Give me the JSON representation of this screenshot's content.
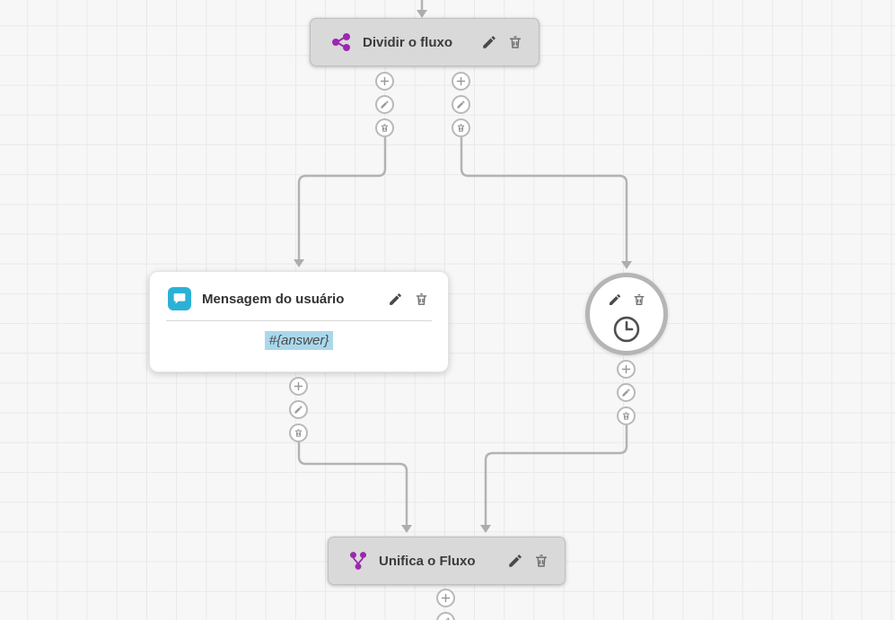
{
  "canvas": {
    "background": "#f7f7f7",
    "grid_color": "#e9e9e9",
    "connector_color": "#b3b3b3"
  },
  "nodes": {
    "split": {
      "label": "Dividir o fluxo",
      "icon": "split-flow-icon",
      "accent": "#9c27b0"
    },
    "message": {
      "title": "Mensagem do usuário",
      "body": "#{answer}",
      "icon": "chat-bubble-icon",
      "icon_color": "#2cb1d6",
      "highlight_color": "#aad8eb"
    },
    "timer": {
      "icon": "clock-icon"
    },
    "merge": {
      "label": "Unifica o Fluxo",
      "icon": "merge-flow-icon",
      "accent": "#9c27b0"
    }
  },
  "port_actions": {
    "add": "plus-icon",
    "edit": "pencil-icon",
    "delete": "trash-icon"
  }
}
